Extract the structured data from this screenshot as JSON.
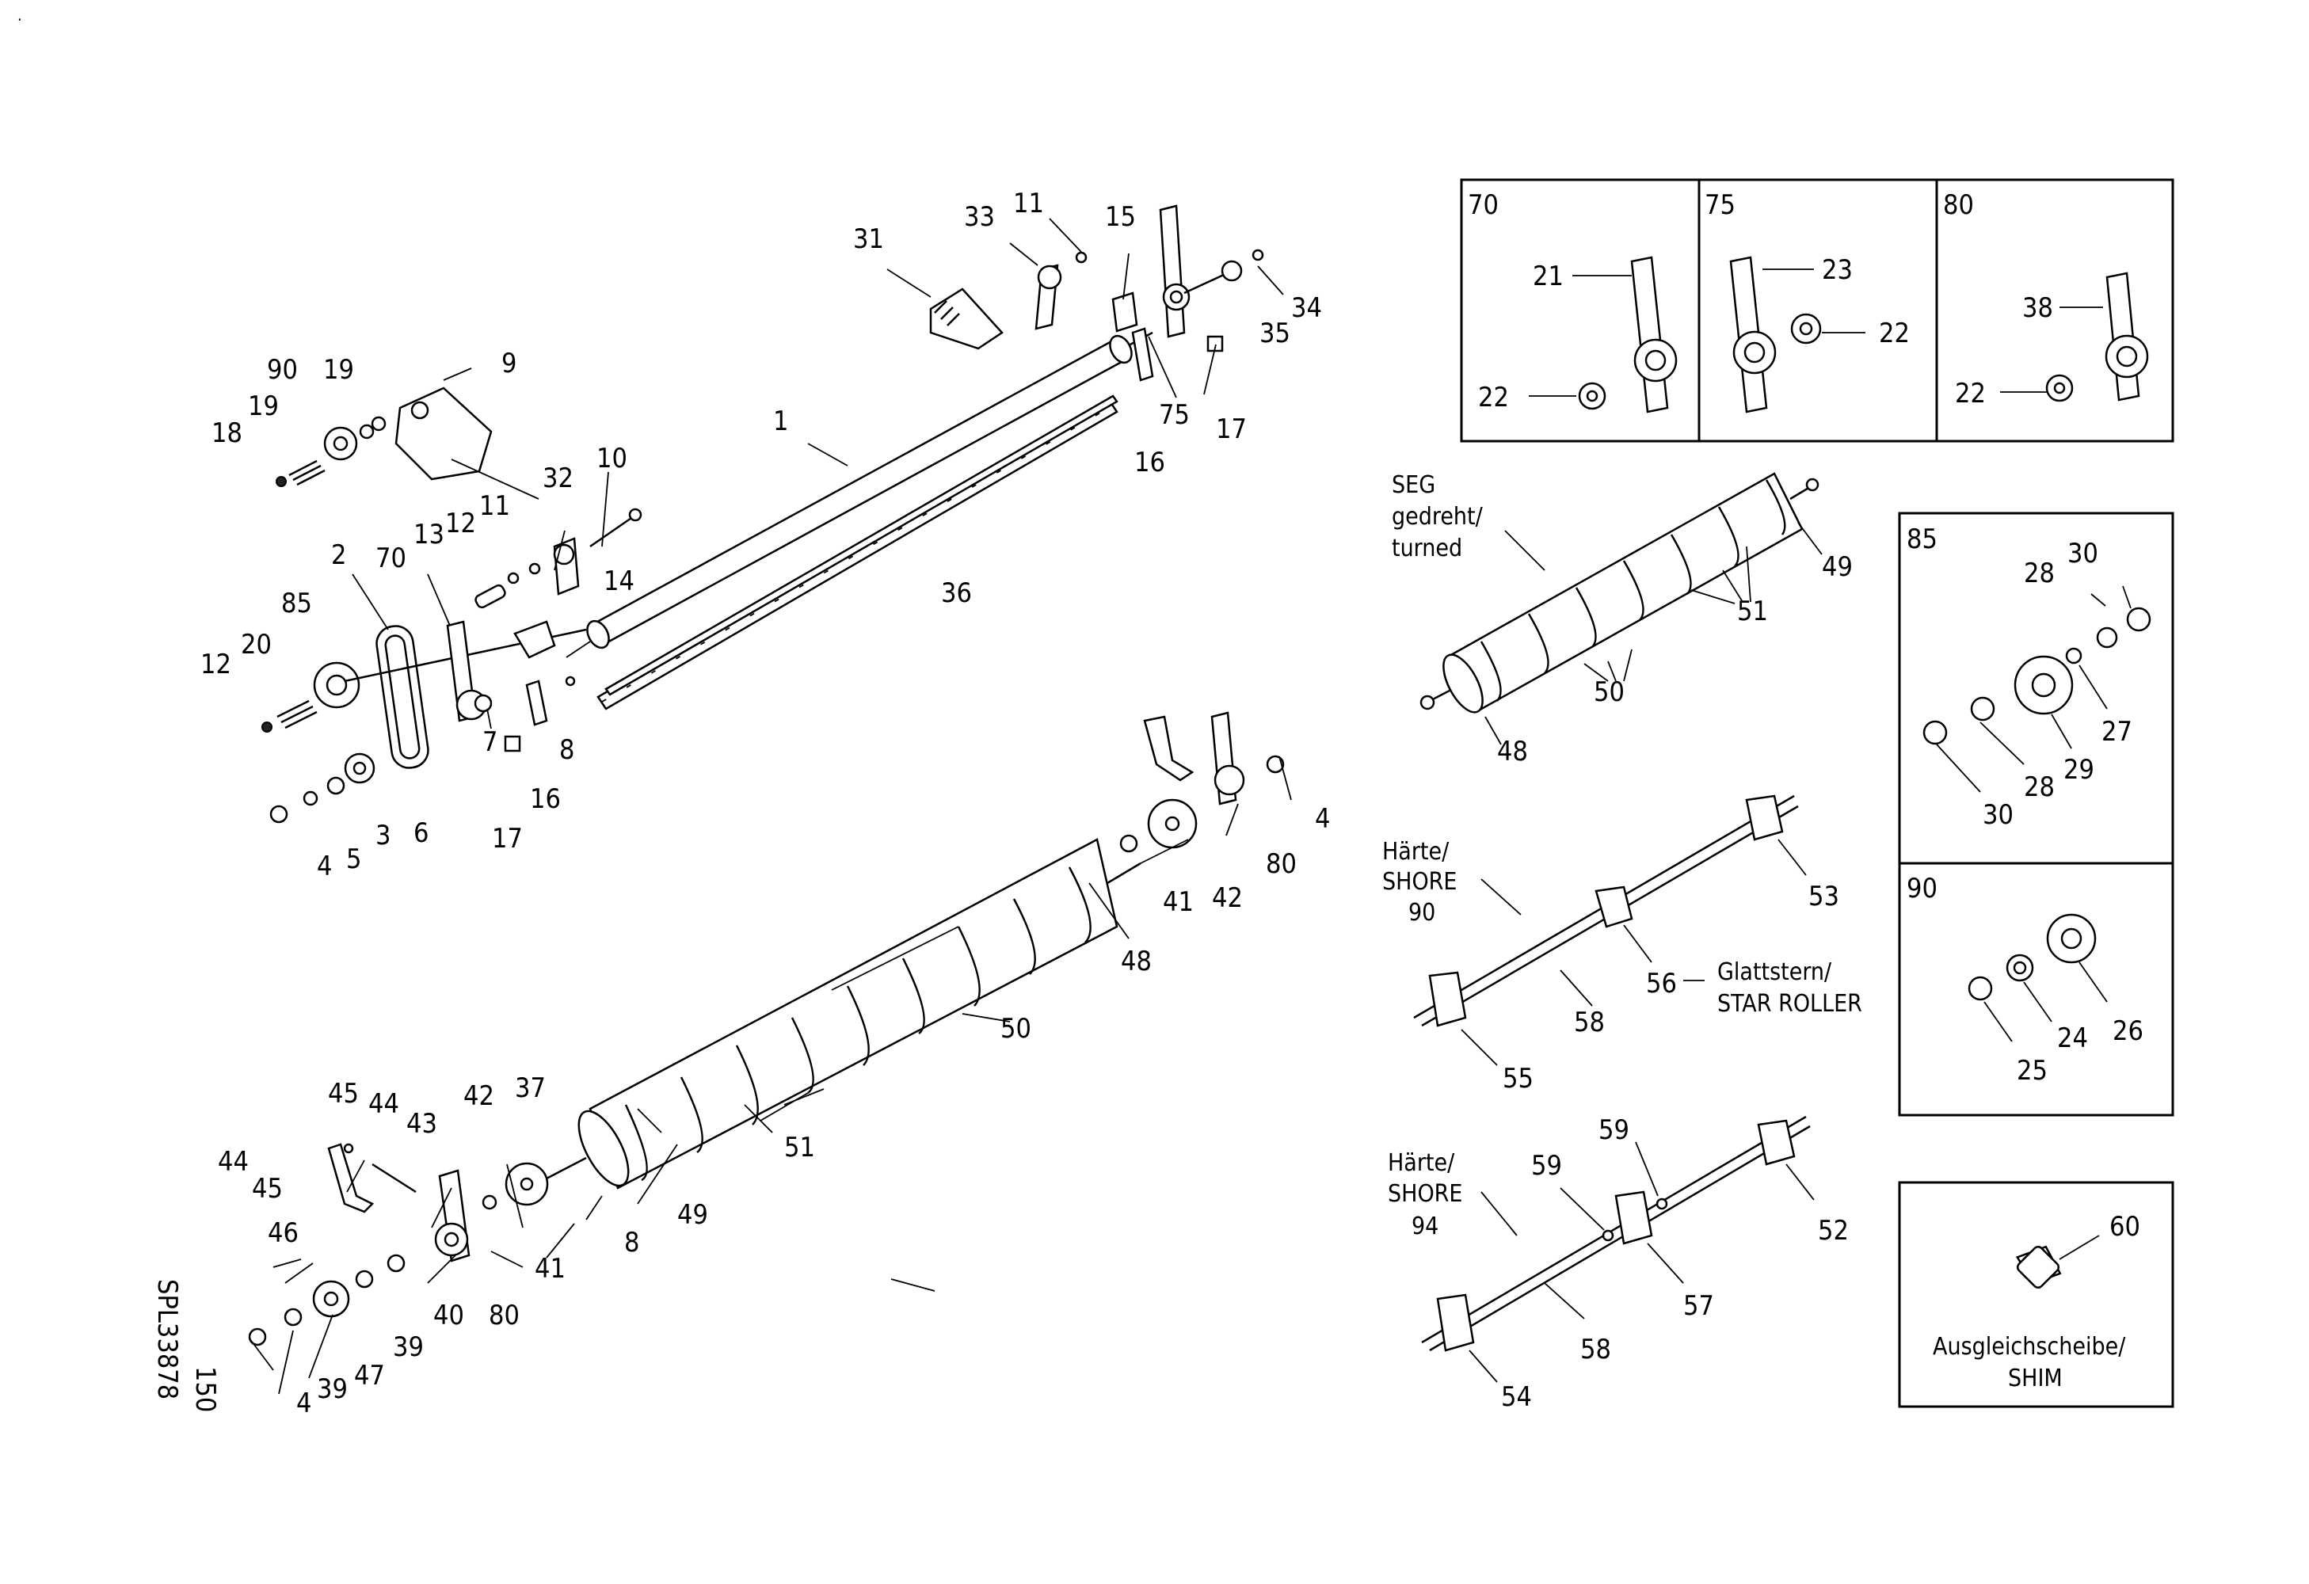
{
  "diagram": {
    "side_code": "SPL33878",
    "page_number": "150",
    "callouts_left": [
      "1",
      "2",
      "3",
      "4",
      "5",
      "6",
      "7",
      "8",
      "9",
      "10",
      "11",
      "12",
      "13",
      "14",
      "15",
      "16",
      "17",
      "18",
      "19",
      "20",
      "31",
      "32",
      "33",
      "34",
      "35",
      "36",
      "70",
      "75",
      "85",
      "90"
    ],
    "callouts_bottom": [
      "4",
      "8",
      "37",
      "39",
      "40",
      "41",
      "42",
      "43",
      "44",
      "45",
      "46",
      "47",
      "48",
      "49",
      "50",
      "51",
      "80"
    ],
    "boxes": {
      "box70": {
        "title": "70",
        "labels": [
          "21",
          "22"
        ]
      },
      "box75": {
        "title": "75",
        "labels": [
          "23",
          "22"
        ]
      },
      "box80": {
        "title": "80",
        "labels": [
          "38",
          "22"
        ]
      },
      "box85": {
        "title": "85",
        "labels": [
          "28",
          "30",
          "27",
          "29",
          "28",
          "30"
        ]
      },
      "box90": {
        "title": "90",
        "labels": [
          "24",
          "26",
          "25"
        ]
      },
      "shim": {
        "number": "60",
        "caption_line1": "Ausgleichscheibe/",
        "caption_line2": "SHIM"
      }
    },
    "seg": {
      "line1": "SEG",
      "line2": "gedreht/",
      "line3": "turned",
      "labels": [
        "48",
        "49",
        "50",
        "51"
      ]
    },
    "shore90": {
      "line1": "Härte/",
      "line2": "SHORE",
      "line3": "90",
      "labels": [
        "53",
        "55",
        "56",
        "58"
      ],
      "star_line1": "Glattstern/",
      "star_line2": "STAR ROLLER"
    },
    "shore94": {
      "line1": "Härte/",
      "line2": "SHORE",
      "line3": "94",
      "labels": [
        "52",
        "54",
        "57",
        "58",
        "59",
        "59"
      ]
    }
  }
}
